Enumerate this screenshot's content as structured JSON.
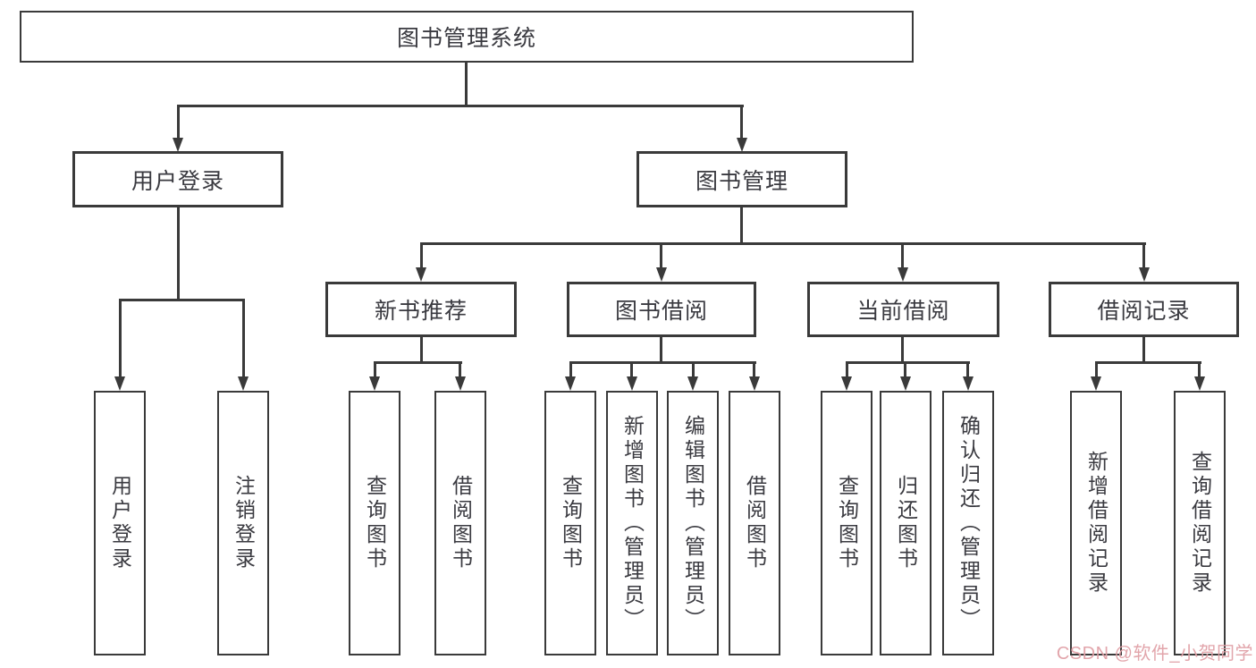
{
  "diagram": {
    "tree": {
      "label": "图书管理系统",
      "children": [
        {
          "label": "用户登录",
          "children": [
            {
              "label": "用户登录"
            },
            {
              "label": "注销登录"
            }
          ]
        },
        {
          "label": "图书管理",
          "children": [
            {
              "label": "新书推荐",
              "children": [
                {
                  "label": "查询图书"
                },
                {
                  "label": "借阅图书"
                }
              ]
            },
            {
              "label": "图书借阅",
              "children": [
                {
                  "label": "查询图书"
                },
                {
                  "label": "新增图书（管理员）"
                },
                {
                  "label": "编辑图书（管理员）"
                },
                {
                  "label": "借阅图书"
                }
              ]
            },
            {
              "label": "当前借阅",
              "children": [
                {
                  "label": "查询图书"
                },
                {
                  "label": "归还图书"
                },
                {
                  "label": "确认归还（管理员）"
                }
              ]
            },
            {
              "label": "借阅记录",
              "children": [
                {
                  "label": "新增借阅记录"
                },
                {
                  "label": "查询借阅记录"
                }
              ]
            }
          ]
        }
      ]
    },
    "colors": {
      "line": "#3a3a3a",
      "text": "#3a3a40",
      "background": "#ffffff",
      "watermark_text_color": "#e0a0a7"
    }
  },
  "watermark": {
    "text": "CSDN @软件_小贺同学"
  }
}
